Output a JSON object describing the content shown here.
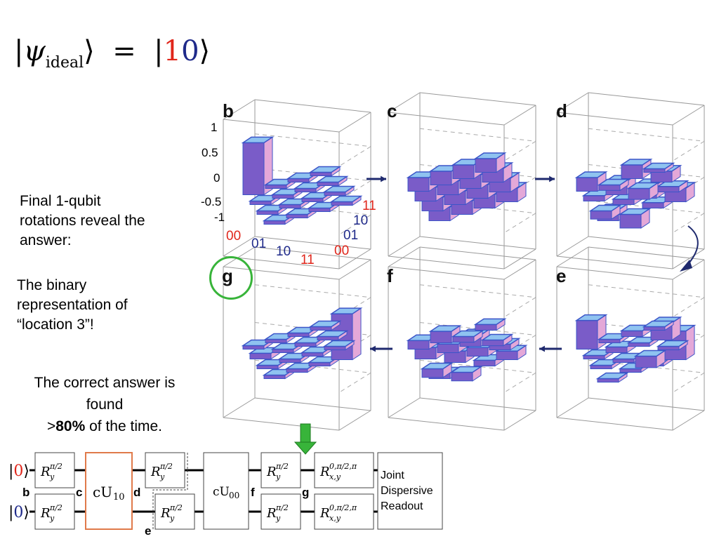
{
  "equation": {
    "psi": "ψ",
    "subscript": "ideal",
    "equals": "=",
    "ket_digit_1": "1",
    "ket_digit_0": "0"
  },
  "text_blocks": {
    "final_rotations": [
      "Final 1-qubit",
      "rotations reveal the",
      "answer:"
    ],
    "binary": [
      "The binary",
      "representation of",
      "“location 3”!"
    ],
    "correct": [
      "The correct answer is",
      "found"
    ],
    "correct_prefix": ">",
    "correct_bold": "80%",
    "correct_suffix": " of the time."
  },
  "panels": [
    {
      "label": "b",
      "heights": [
        [
          1,
          0,
          0,
          0
        ],
        [
          0,
          0,
          0,
          0
        ],
        [
          0,
          0,
          0,
          0
        ],
        [
          0,
          0,
          0,
          0
        ]
      ]
    },
    {
      "label": "c",
      "heights": [
        [
          0.25,
          0.25,
          0.25,
          0.25
        ],
        [
          0.25,
          0.25,
          0.25,
          0.25
        ],
        [
          0.25,
          0.25,
          0.25,
          0.25
        ],
        [
          0.25,
          0.25,
          0.25,
          0.25
        ]
      ]
    },
    {
      "label": "d",
      "heights": [
        [
          0.25,
          -0.1,
          0.25,
          0
        ],
        [
          0.1,
          0.25,
          -0.2,
          0.2
        ],
        [
          -0.15,
          0.1,
          0.25,
          0.1
        ],
        [
          0.2,
          -0.25,
          0.1,
          0.25
        ]
      ]
    },
    {
      "label": "e",
      "heights": [
        [
          0.5,
          0,
          0.1,
          0
        ],
        [
          0,
          0.1,
          0,
          0.3
        ],
        [
          0.05,
          0,
          -0.2,
          0
        ],
        [
          -0.05,
          0.05,
          0,
          0.5
        ]
      ]
    },
    {
      "label": "f",
      "heights": [
        [
          0.15,
          0.2,
          -0.1,
          0.1
        ],
        [
          0.2,
          0.15,
          0.2,
          -0.1
        ],
        [
          -0.15,
          0.2,
          0.15,
          0.1
        ],
        [
          0.1,
          -0.15,
          0.1,
          0.15
        ]
      ]
    },
    {
      "label": "g",
      "heights": [
        [
          0.05,
          0.05,
          0,
          0.05
        ],
        [
          0.1,
          0.05,
          0.05,
          0
        ],
        [
          0,
          0.05,
          0.05,
          0
        ],
        [
          0.05,
          0,
          0.05,
          0.8
        ]
      ]
    }
  ],
  "axes": {
    "z_ticks": [
      "1",
      "0.5",
      "0",
      "-0.5",
      "-1"
    ],
    "row_labels": [
      "00",
      "01",
      "10",
      "11"
    ],
    "col_labels": [
      "00",
      "01",
      "10",
      "11"
    ]
  },
  "colors": {
    "bar_top": "#8fc3f0",
    "bar_front": "#7a5cc8",
    "bar_side": "#e4a8d8",
    "bar_edge": "#3c55c8",
    "arrow": "#1f2a6e",
    "green": "#38b43a",
    "orange": "#e07a4a"
  },
  "circuit": {
    "kets": [
      "0",
      "0"
    ],
    "ry_top": "R",
    "ry_sup": "π/2",
    "ry_sub": "y",
    "cu10": "cU",
    "cu10_sub": "10",
    "cu00": "cU",
    "cu00_sub": "00",
    "final_sup": "0,π/2,π",
    "final_sub": "x,y",
    "readout": [
      "Joint",
      "Dispersive",
      "Readout"
    ],
    "stage_labels": [
      "b",
      "c",
      "d",
      "e",
      "f",
      "g"
    ]
  }
}
